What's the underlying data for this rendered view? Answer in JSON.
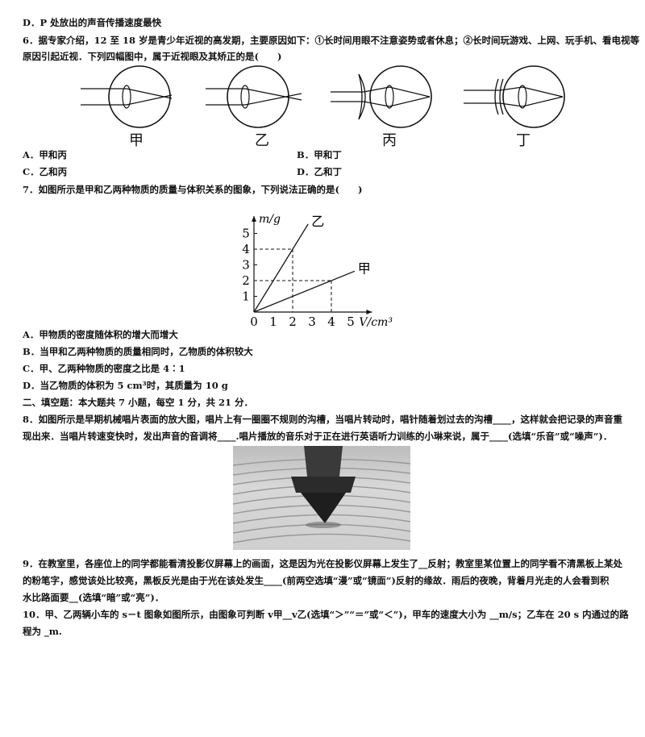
{
  "lines": {
    "d_prev": "D．P 处放出的声音传播速度最快",
    "q6_1": "6．据专家介绍，12 至 18 岁是青少年近视的高发期，主要原因如下：①长时间用眼不注意姿势或者休息；②长时间玩游戏、上网、玩手机、看电视等",
    "q6_2": "原因引起近视．下列四幅图中，属于近视眼及其矫正的是(　　)",
    "q7_1": "7．如图所示是甲和乙两种物质的质量与体积关系的图象，下列说法正确的是(　　)",
    "q7_A": "A．甲物质的密度随体积的增大而增大",
    "q7_B": "B．当甲和乙两种物质的质量相同时，乙物质的体积较大",
    "q7_C": "C．甲、乙两种物质的密度之比是 4∶1",
    "q7_D": "D．当乙物质的体积为 5 cm³时，其质量为 10 g",
    "sec2": "二、填空题：本大题共 7 小题，每空 1 分，共 21 分．",
    "q8_1": "8．如图所示是早期机械唱片表面的放大图，唱片上有一圈圈不规则的沟槽，当唱片转动时，唱针随着划过去的沟槽____，这样就会把记录的声音重",
    "q8_2": "现出来．当唱片转速变快时，发出声音的音调将____.唱片播放的音乐对于正在进行英语听力训练的小琳来说，属于____(选填“乐音”或“噪声”)．",
    "q9_1": "9．在教室里，各座位上的同学都能看清投影仪屏幕上的画面，这是因为光在投影仪屏幕上发生了__反射；教室里某位置上的同学看不清黑板上某处",
    "q9_2": "的粉笔字，感觉该处比较亮，黑板反光是由于光在该处发生____(前两空选填“漫”或“镜面”)反射的缘故．雨后的夜晚，背着月光走的人会看到积",
    "q9_3": "水比路面要__(选填“暗”或“亮”)．",
    "q10_1": "10．甲、乙两辆小车的 s－t 图象如图所示，由图象可判断 v甲__v乙(选填“＞”“＝”或“＜”)，甲车的速度大小为 __m/s；乙车在 20 s 内通过的路",
    "q10_2": "程为 _m."
  },
  "q6_options": {
    "A": "A．甲和丙",
    "B": "B．甲和丁",
    "C": "C．乙和丙",
    "D": "D．乙和丁"
  },
  "eye_captions": [
    "甲",
    "乙",
    "丙",
    "丁"
  ],
  "chart_data": {
    "type": "line",
    "xlabel": "V/cm³",
    "ylabel": "m/g",
    "x_ticks": [
      0,
      1,
      2,
      3,
      4,
      5
    ],
    "y_ticks": [
      1,
      2,
      3,
      4,
      5
    ],
    "xlim": [
      0,
      5.6
    ],
    "ylim": [
      0,
      5.8
    ],
    "grid": false,
    "series": [
      {
        "name": "乙",
        "points": [
          [
            0,
            0
          ],
          [
            2.8,
            5.6
          ]
        ],
        "guide": [
          2,
          4
        ]
      },
      {
        "name": "甲",
        "points": [
          [
            0,
            0
          ],
          [
            5.2,
            2.6
          ]
        ],
        "guide": [
          4,
          2
        ]
      }
    ]
  }
}
